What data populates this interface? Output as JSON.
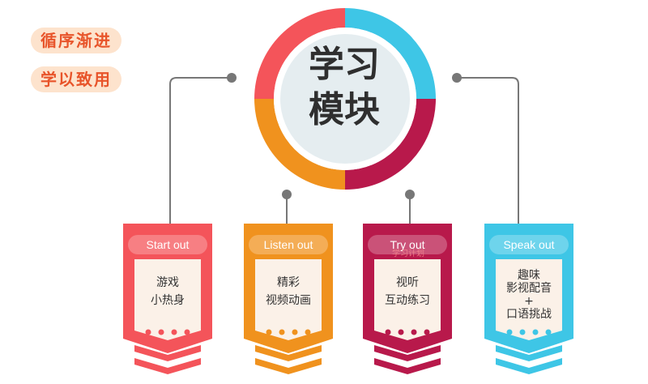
{
  "tags": [
    {
      "label": "循序渐进"
    },
    {
      "label": "学以致用"
    }
  ],
  "hub": {
    "line1": "学习",
    "line2": "模块"
  },
  "colors": {
    "red": "#f4545a",
    "orange": "#f0921e",
    "crimson": "#b8194b",
    "cyan": "#3ec6e6",
    "cream": "#fbf1e8",
    "hub_bg": "#e5edf0"
  },
  "cards": [
    {
      "title": "Start out",
      "lines": [
        "游戏",
        "小热身"
      ],
      "color": "#f4545a"
    },
    {
      "title": "Listen out",
      "lines": [
        "精彩",
        "视频动画"
      ],
      "color": "#f0921e"
    },
    {
      "title": "Try out",
      "lines": [
        "视听",
        "互动练习"
      ],
      "color": "#b8194b",
      "watermark": "学习计划"
    },
    {
      "title": "Speak out",
      "lines": [
        "趣味",
        "影视配音",
        "+",
        "口语挑战"
      ],
      "color": "#3ec6e6"
    }
  ]
}
